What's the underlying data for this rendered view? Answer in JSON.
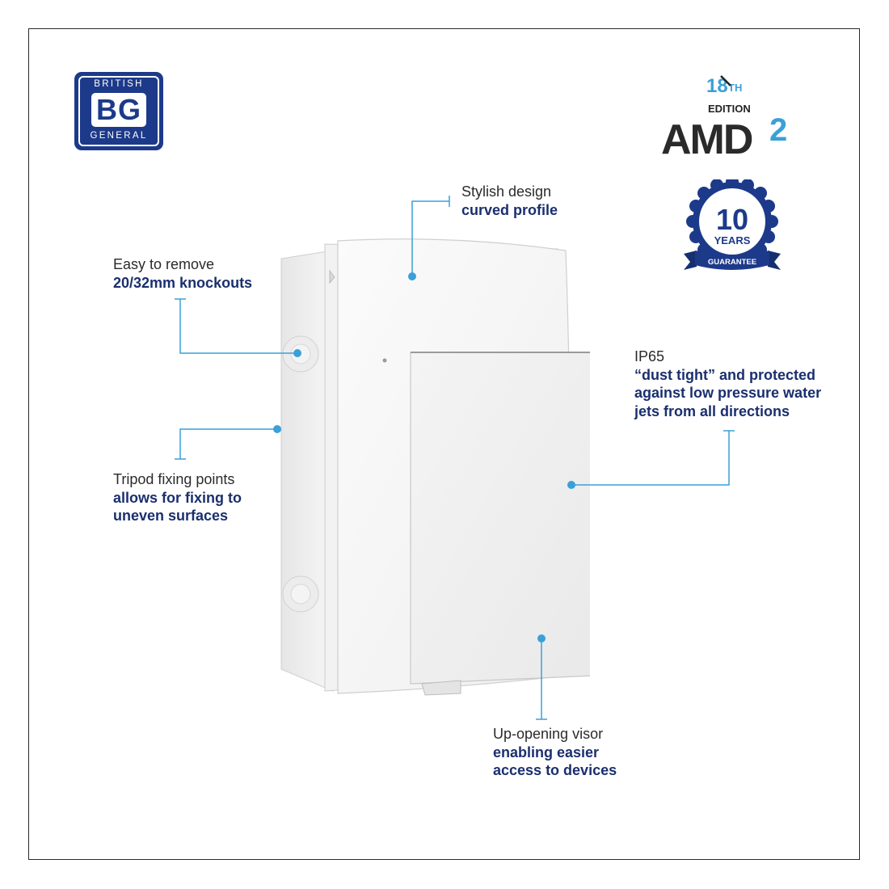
{
  "brand": {
    "top": "BRITISH",
    "mark": "BG",
    "bottom": "GENERAL",
    "color": "#1d3a8a"
  },
  "amd_badge": {
    "number": "18",
    "suffix": "TH",
    "edition": "EDITION",
    "word": "AMD",
    "sub": "2",
    "accent": "#3aa0d8"
  },
  "guarantee_badge": {
    "number": "10",
    "unit": "YEARS",
    "ribbon": "GUARANTEE",
    "color": "#1d3a8a"
  },
  "callouts": {
    "design": {
      "text": "Stylish design",
      "bold": "curved profile"
    },
    "knockouts": {
      "text": "Easy to remove",
      "bold": "20/32mm knockouts"
    },
    "ip65": {
      "text": "IP65",
      "bold": [
        "“dust tight” and protected",
        "against low pressure water",
        "jets from all directions"
      ]
    },
    "tripod": {
      "text": "Tripod fixing points",
      "bold": [
        "allows for fixing to",
        "uneven surfaces"
      ]
    },
    "visor": {
      "text": "Up-opening visor",
      "bold": [
        "enabling easier",
        "access to devices"
      ]
    }
  },
  "colors": {
    "leader": "#3aa0d8",
    "heading_bold": "#1a2f6e",
    "frame": "#2a2a2a"
  }
}
